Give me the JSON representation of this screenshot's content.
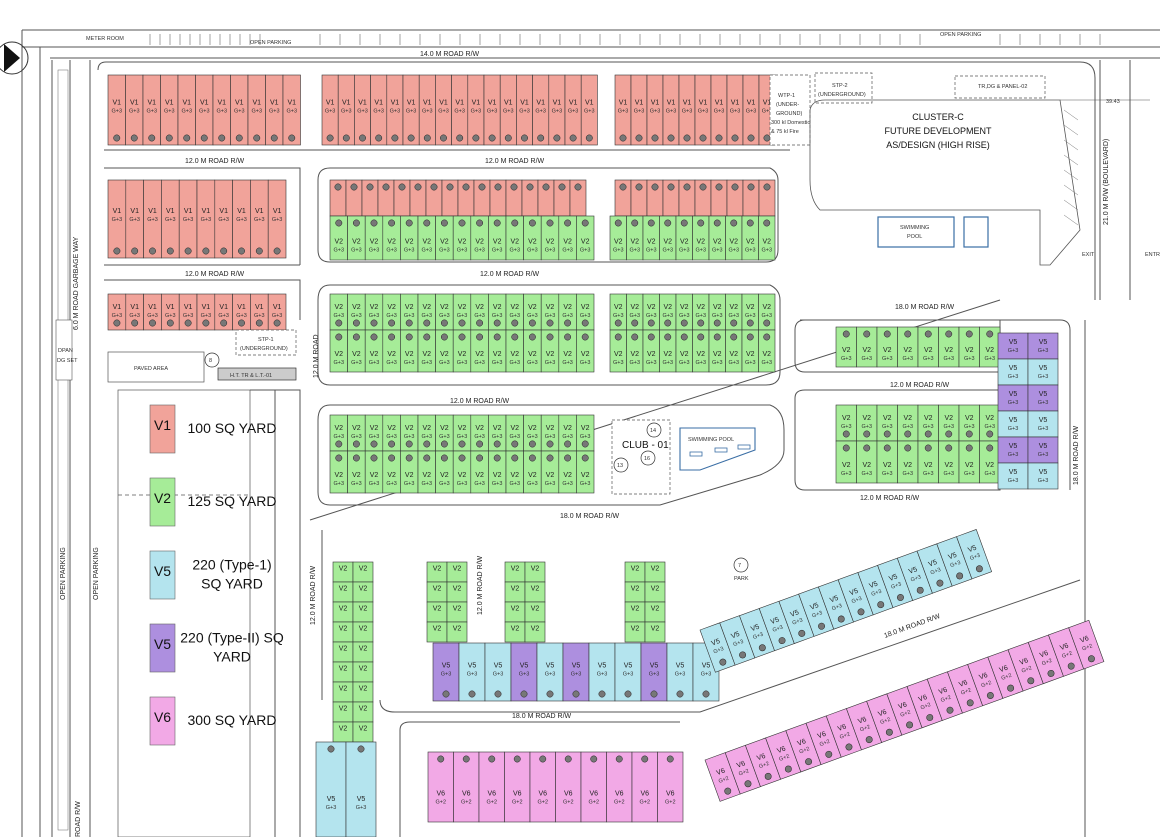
{
  "colors": {
    "v1": "#f1a39a",
    "v2": "#a6ec98",
    "v5a": "#b4e4ee",
    "v5b": "#ad8fdf",
    "v6": "#f2a9e6",
    "road": "#444",
    "pool": "#3a6ea5"
  },
  "roads": {
    "top_parking_left": "OPEN PARKING",
    "top_parking_right": "OPEN PARKING",
    "meter_room": "METER ROOM",
    "road_14": "14.0 M ROAD R/W",
    "road_12_a": "12.0 M ROAD R/W",
    "road_12_b": "12.0 M ROAD  R/W",
    "road_12_c": "12.0 M ROAD  R/W",
    "road_12_d": "12.0 M ROAD R/W",
    "road_12_e": "12.0 M ROAD  R/W",
    "road_12_f": "12.0 M ROAD  R/W",
    "road_12_g": "12.0 M ROAD  R/W",
    "road_12_h": "12.0 M ROAD  R/W",
    "road_18_a": "18.0 M ROAD  R/W",
    "road_18_b": "18.0 M ROAD  R/W",
    "road_18_c": "18.0 M ROAD R/W",
    "road_18_d": "18.0 M ROAD  R/W",
    "road_18_e": "18.0 M ROAD R/W",
    "garbage_way": "6.0 M ROAD GARBAGE WAY",
    "boulevard": "21.0 M R/W (BOULEVARD)",
    "open_parking_v1": "OPEN PARKING",
    "open_parking_v2": "OPEN PARKING",
    "road_rw_bottom": "ROAD R/W",
    "road_12_v1": "12.0 M ROAD",
    "road_12_v2": "12.0 M ROAD R/W",
    "road_12_v3": "12.0 M ROAD R/W"
  },
  "facilities": {
    "wtp": [
      "WTP-1",
      "(UNDER-",
      "GROUND)",
      "300 kl Domestic",
      "& 75 kl Fire"
    ],
    "stp2": [
      "STP-2",
      "(UNDERGROUND)"
    ],
    "trdg": "TR,DG & PANEL-02",
    "cluster": [
      "CLUSTER-C",
      "FUTURE DEVELOPMENT",
      "AS/DESIGN (HIGH RISE)"
    ],
    "pool1": [
      "SWIMMING",
      "POOL"
    ],
    "dim": "39.43",
    "exit": "EXIT",
    "entry": "ENTR",
    "stp1": [
      "STP-1",
      "(UNDERGROUND)"
    ],
    "paved": "PAVED AREA",
    "tr": "H.T. TR & L.T.-01",
    "dg": [
      "DPAN",
      "DG SET"
    ],
    "club": "CLUB - 01",
    "pool2": "SWIMMING POOL",
    "park": "PARK",
    "num_7": "7",
    "num_8": "8",
    "num_13": "13",
    "num_14": "14",
    "num_16": "16"
  },
  "units": {
    "v1": "V1",
    "v2": "V2",
    "v5": "V5",
    "v6": "V6",
    "g3": "G+3",
    "g2": "G+2"
  },
  "legend": [
    {
      "code": "V1",
      "label": "100 SQ YARD",
      "color": "#f1a39a"
    },
    {
      "code": "V2",
      "label": "125 SQ YARD",
      "color": "#a6ec98"
    },
    {
      "code": "V5",
      "label": "220 (Type-1)\nSQ YARD",
      "color": "#b4e4ee"
    },
    {
      "code": "V5",
      "label": "220 (Type-II) SQ\nYARD",
      "color": "#ad8fdf"
    },
    {
      "code": "V6",
      "label": "300 SQ YARD",
      "color": "#f2a9e6"
    }
  ]
}
